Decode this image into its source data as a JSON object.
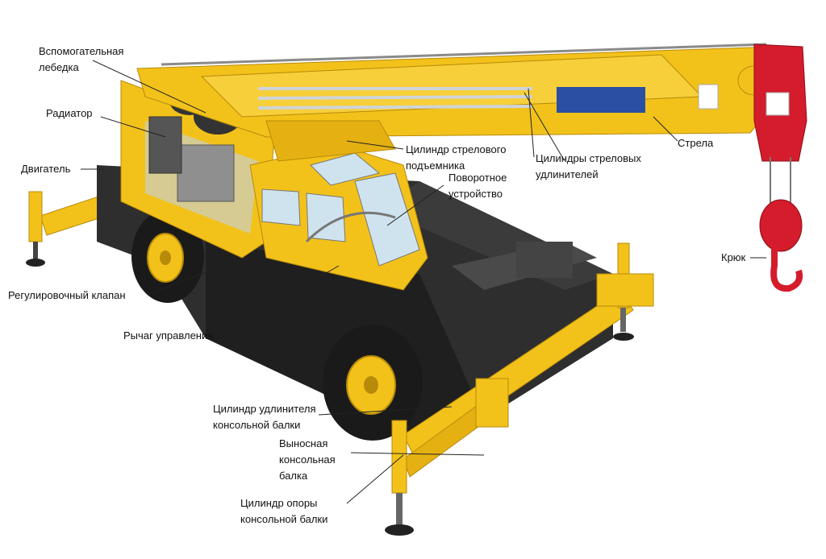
{
  "labels": {
    "aux_winch": "Вспомогательная\nлебедка",
    "radiator": "Радиатор",
    "engine": "Двигатель",
    "boom_lift_cylinder": "Цилиндр стрелового\nподъемника",
    "slewing_device": "Поворотное\nустройство",
    "boom_ext_cylinders": "Цилиндры стреловых\nудлинителей",
    "boom": "Стрела",
    "hook": "Крюк",
    "control_valve": "Регулировочный клапан",
    "control_lever": "Рычаг управления",
    "outrigger_ext_cylinder": "Цилиндр удлинителя\nконсольной балки",
    "outrigger_beam": "Выносная\nконсольная\nбалка",
    "outrigger_jack_cylinder": "Цилиндр опоры\nконсольной балки"
  },
  "colors": {
    "body_yellow": "#f2c21b",
    "dark_yellow": "#d9a40f",
    "chassis": "#2b2b2b",
    "hook_red": "#d41c2c",
    "glass": "#cfe3ef"
  }
}
